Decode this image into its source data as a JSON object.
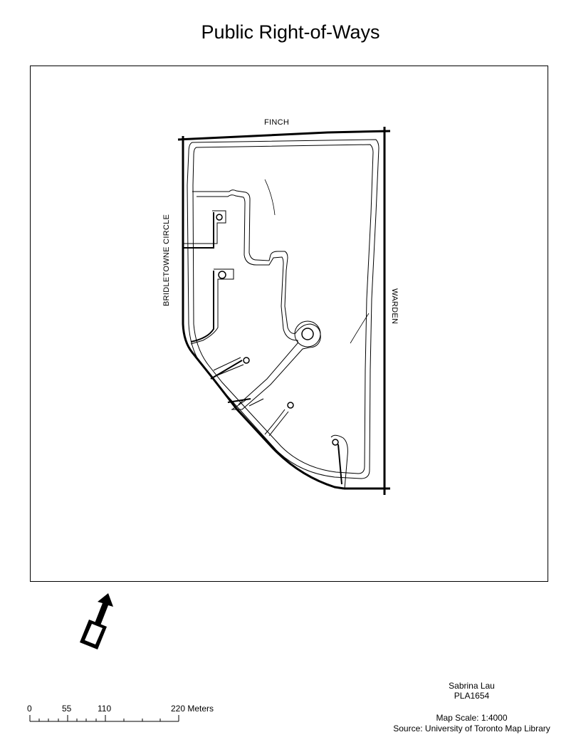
{
  "map": {
    "title": "Public Right-of-Ways",
    "streets": {
      "north": "FINCH",
      "west": "BRIDLETOWNE CIRCLE",
      "east": "WARDEN"
    }
  },
  "north_arrow": {
    "label": "N"
  },
  "scale_bar": {
    "ticks": [
      "0",
      "55",
      "110",
      "220 Meters"
    ]
  },
  "credits": {
    "author": "Sabrina Lau",
    "code": "PLA1654",
    "scale": "Map Scale: 1:4000",
    "source": "Source: University of Toronto Map Library"
  }
}
